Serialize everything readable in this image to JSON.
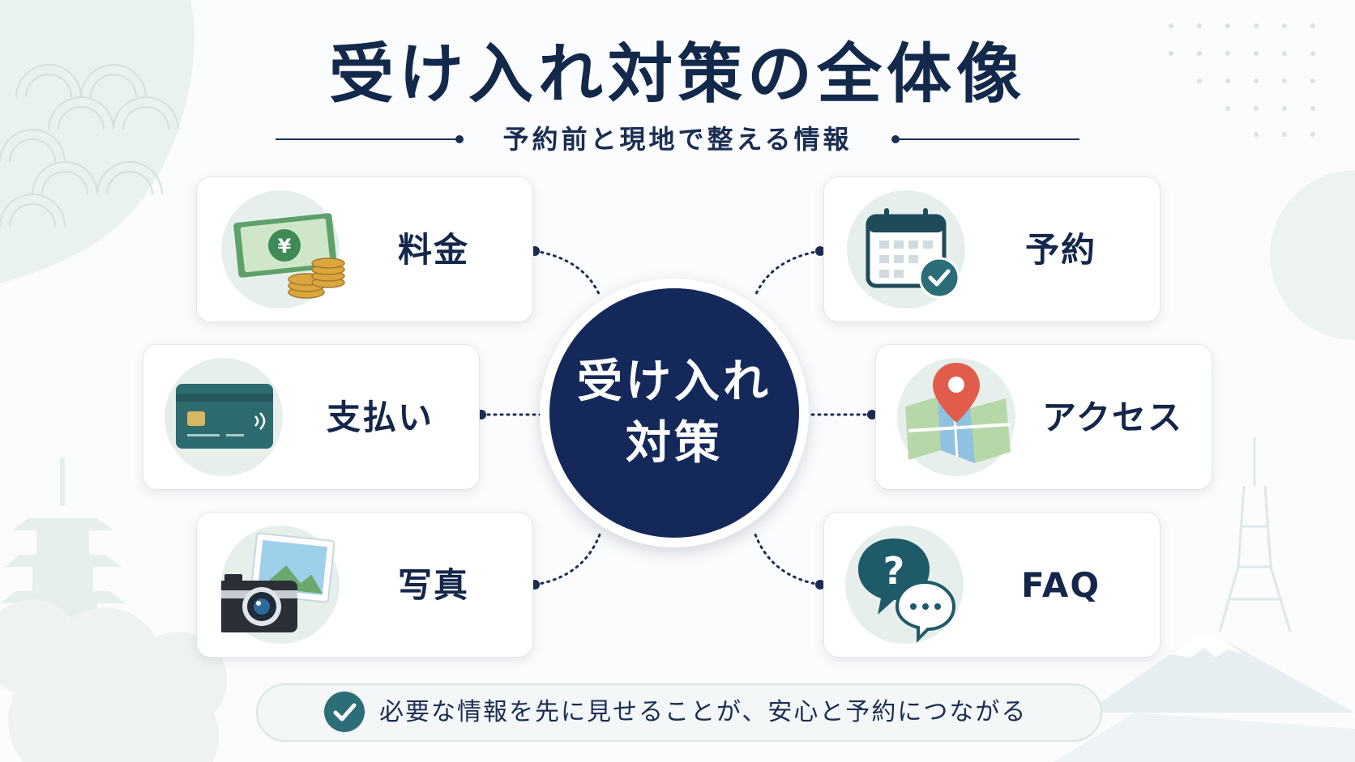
{
  "title": "受け入れ対策の全体像",
  "subtitle": "予約前と現地で整える情報",
  "center": {
    "line1": "受け入れ",
    "line2": "対策"
  },
  "items": [
    {
      "label": "料金",
      "icon": "money-icon"
    },
    {
      "label": "支払い",
      "icon": "credit-card-icon"
    },
    {
      "label": "写真",
      "icon": "camera-icon"
    },
    {
      "label": "予約",
      "icon": "calendar-icon"
    },
    {
      "label": "アクセス",
      "icon": "map-pin-icon"
    },
    {
      "label": "FAQ",
      "icon": "question-bubble-icon"
    }
  ],
  "banner": {
    "text": "必要な情報を先に見せることが、安心と予約につながる",
    "icon": "check-icon"
  },
  "colors": {
    "navy": "#14295a",
    "teal": "#2c6e78",
    "card_bg": "#ffffff",
    "icon_bg": "#e6efec"
  }
}
